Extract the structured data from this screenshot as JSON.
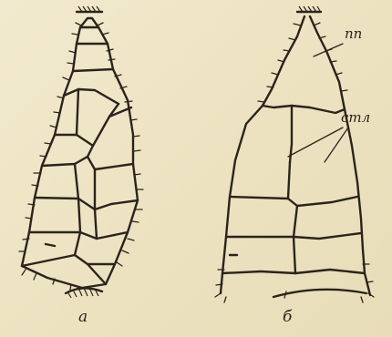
{
  "figure": {
    "panels": [
      {
        "id": "a",
        "label": "а"
      },
      {
        "id": "b",
        "label": "б"
      }
    ],
    "annotations": {
      "pp": "пп",
      "stl": "стл"
    }
  }
}
